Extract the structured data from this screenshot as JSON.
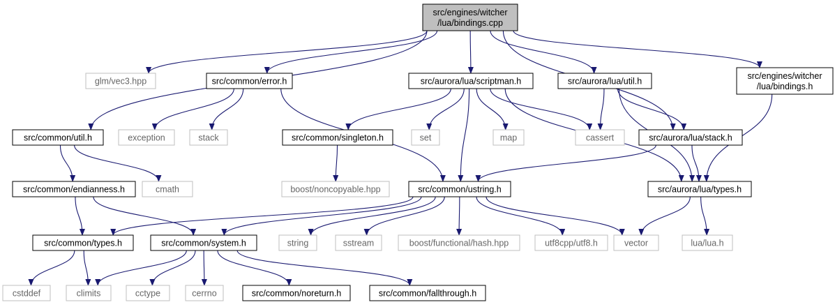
{
  "colors": {
    "edge": "#191970",
    "root_fill": "#bfbfbf",
    "node_border": "#000000",
    "external_border": "#bfbfbf",
    "text": "#000000",
    "external_text": "#666666"
  },
  "nodes": [
    {
      "id": "root",
      "lines": [
        "src/engines/witcher",
        "/lua/bindings.cpp"
      ],
      "kind": "root"
    },
    {
      "id": "vec3",
      "lines": [
        "glm/vec3.hpp"
      ],
      "kind": "external"
    },
    {
      "id": "error",
      "lines": [
        "src/common/error.h"
      ],
      "kind": "internal"
    },
    {
      "id": "scriptman",
      "lines": [
        "src/aurora/lua/scriptman.h"
      ],
      "kind": "internal"
    },
    {
      "id": "luautil",
      "lines": [
        "src/aurora/lua/util.h"
      ],
      "kind": "internal"
    },
    {
      "id": "bindingsh",
      "lines": [
        "src/engines/witcher",
        "/lua/bindings.h"
      ],
      "kind": "internal"
    },
    {
      "id": "cutil",
      "lines": [
        "src/common/util.h"
      ],
      "kind": "internal"
    },
    {
      "id": "exception",
      "lines": [
        "exception"
      ],
      "kind": "external"
    },
    {
      "id": "stack",
      "lines": [
        "stack"
      ],
      "kind": "external"
    },
    {
      "id": "singleton",
      "lines": [
        "src/common/singleton.h"
      ],
      "kind": "internal"
    },
    {
      "id": "set",
      "lines": [
        "set"
      ],
      "kind": "external"
    },
    {
      "id": "map",
      "lines": [
        "map"
      ],
      "kind": "external"
    },
    {
      "id": "cassert",
      "lines": [
        "cassert"
      ],
      "kind": "external"
    },
    {
      "id": "luastack",
      "lines": [
        "src/aurora/lua/stack.h"
      ],
      "kind": "internal"
    },
    {
      "id": "cmath",
      "lines": [
        "cmath"
      ],
      "kind": "external"
    },
    {
      "id": "endian",
      "lines": [
        "src/common/endianness.h"
      ],
      "kind": "internal"
    },
    {
      "id": "noncopy",
      "lines": [
        "boost/noncopyable.hpp"
      ],
      "kind": "external"
    },
    {
      "id": "ustring",
      "lines": [
        "src/common/ustring.h"
      ],
      "kind": "internal"
    },
    {
      "id": "luatypes",
      "lines": [
        "src/aurora/lua/types.h"
      ],
      "kind": "internal"
    },
    {
      "id": "ctypes",
      "lines": [
        "src/common/types.h"
      ],
      "kind": "internal"
    },
    {
      "id": "system",
      "lines": [
        "src/common/system.h"
      ],
      "kind": "internal"
    },
    {
      "id": "string",
      "lines": [
        "string"
      ],
      "kind": "external"
    },
    {
      "id": "sstream",
      "lines": [
        "sstream"
      ],
      "kind": "external"
    },
    {
      "id": "hash",
      "lines": [
        "boost/functional/hash.hpp"
      ],
      "kind": "external"
    },
    {
      "id": "utf8",
      "lines": [
        "utf8cpp/utf8.h"
      ],
      "kind": "external"
    },
    {
      "id": "vector",
      "lines": [
        "vector"
      ],
      "kind": "external"
    },
    {
      "id": "lualua",
      "lines": [
        "lua/lua.h"
      ],
      "kind": "external"
    },
    {
      "id": "cstddef",
      "lines": [
        "cstddef"
      ],
      "kind": "external"
    },
    {
      "id": "climits",
      "lines": [
        "climits"
      ],
      "kind": "external"
    },
    {
      "id": "cctype",
      "lines": [
        "cctype"
      ],
      "kind": "external"
    },
    {
      "id": "cerrno",
      "lines": [
        "cerrno"
      ],
      "kind": "external"
    },
    {
      "id": "noreturn",
      "lines": [
        "src/common/noreturn.h"
      ],
      "kind": "internal"
    },
    {
      "id": "fallthrough",
      "lines": [
        "src/common/fallthrough.h"
      ],
      "kind": "internal"
    }
  ],
  "edges": [
    [
      "root",
      "vec3"
    ],
    [
      "root",
      "error"
    ],
    [
      "root",
      "scriptman"
    ],
    [
      "root",
      "luautil"
    ],
    [
      "root",
      "bindingsh"
    ],
    [
      "root",
      "cutil"
    ],
    [
      "root",
      "luastack"
    ],
    [
      "error",
      "exception"
    ],
    [
      "error",
      "stack"
    ],
    [
      "error",
      "ustring"
    ],
    [
      "scriptman",
      "singleton"
    ],
    [
      "scriptman",
      "set"
    ],
    [
      "scriptman",
      "map"
    ],
    [
      "scriptman",
      "cassert"
    ],
    [
      "scriptman",
      "ustring"
    ],
    [
      "scriptman",
      "luatypes"
    ],
    [
      "luautil",
      "cassert"
    ],
    [
      "luautil",
      "luastack"
    ],
    [
      "luautil",
      "luatypes"
    ],
    [
      "bindingsh",
      "luatypes"
    ],
    [
      "cutil",
      "cmath"
    ],
    [
      "cutil",
      "endian"
    ],
    [
      "singleton",
      "noncopy"
    ],
    [
      "luastack",
      "ustring"
    ],
    [
      "luastack",
      "luatypes"
    ],
    [
      "endian",
      "ctypes"
    ],
    [
      "endian",
      "system"
    ],
    [
      "ustring",
      "ctypes"
    ],
    [
      "ustring",
      "system"
    ],
    [
      "ustring",
      "string"
    ],
    [
      "ustring",
      "sstream"
    ],
    [
      "ustring",
      "hash"
    ],
    [
      "ustring",
      "utf8"
    ],
    [
      "ustring",
      "vector"
    ],
    [
      "luatypes",
      "vector"
    ],
    [
      "luatypes",
      "lualua"
    ],
    [
      "ctypes",
      "cstddef"
    ],
    [
      "ctypes",
      "climits"
    ],
    [
      "system",
      "climits"
    ],
    [
      "system",
      "cctype"
    ],
    [
      "system",
      "cerrno"
    ],
    [
      "system",
      "noreturn"
    ],
    [
      "system",
      "fallthrough"
    ]
  ]
}
